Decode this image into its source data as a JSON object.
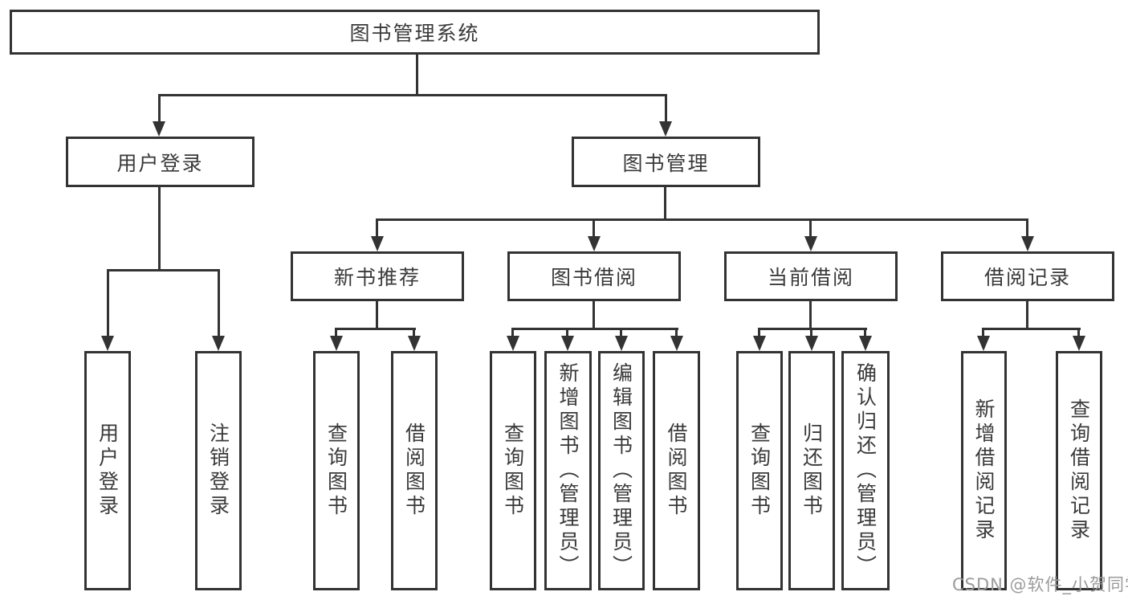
{
  "diagram": {
    "root": {
      "label": "图书管理系统",
      "children": [
        {
          "label": "用户登录",
          "children": [
            {
              "label": "用户登录"
            },
            {
              "label": "注销登录"
            }
          ]
        },
        {
          "label": "图书管理",
          "children": [
            {
              "label": "新书推荐",
              "children": [
                {
                  "label": "查询图书"
                },
                {
                  "label": "借阅图书"
                }
              ]
            },
            {
              "label": "图书借阅",
              "children": [
                {
                  "label": "查询图书"
                },
                {
                  "label": "新增图书（管理员）"
                },
                {
                  "label": "编辑图书（管理员）"
                },
                {
                  "label": "借阅图书"
                }
              ]
            },
            {
              "label": "当前借阅",
              "children": [
                {
                  "label": "查询图书"
                },
                {
                  "label": "归还图书"
                },
                {
                  "label": "确认归还（管理员）"
                }
              ]
            },
            {
              "label": "借阅记录",
              "children": [
                {
                  "label": "新增借阅记录"
                },
                {
                  "label": "查询借阅记录"
                }
              ]
            }
          ]
        }
      ]
    }
  },
  "watermark": {
    "text": "CSDN @软件_小贺同学"
  },
  "colors": {
    "line": "#333333",
    "text": "#3a3a3a",
    "bg": "#ffffff",
    "watermark": "#9b9b9b"
  }
}
